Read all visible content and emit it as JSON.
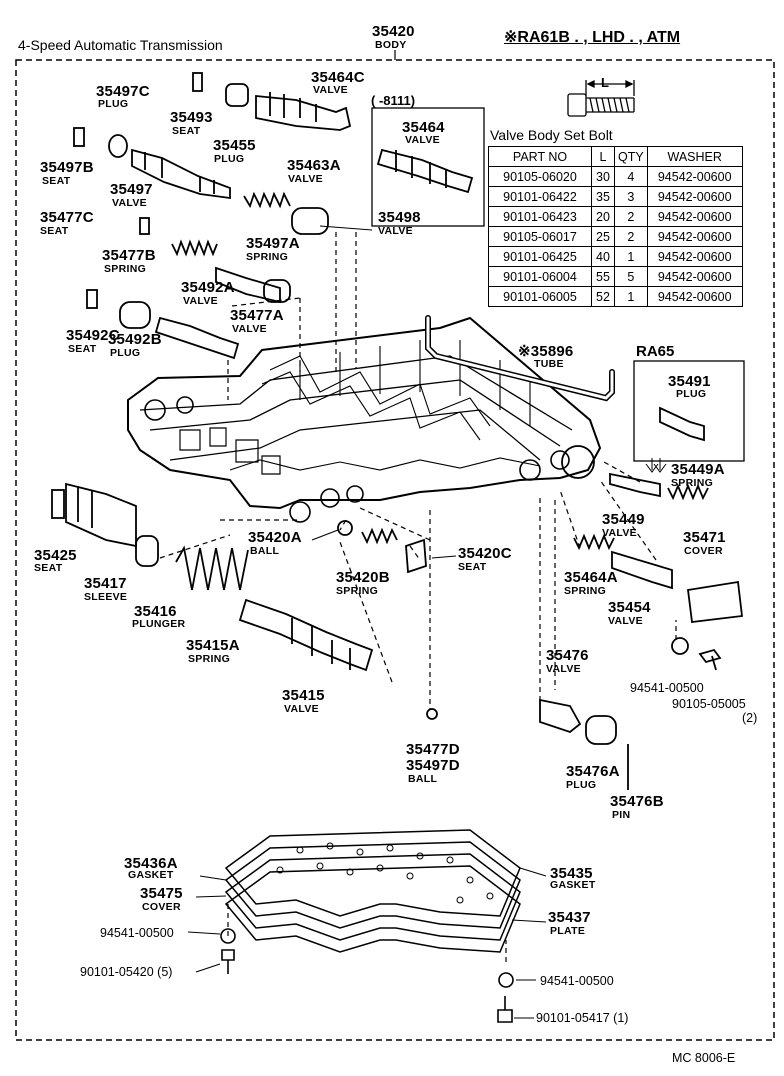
{
  "header": {
    "title": "4-Speed Automatic Transmission",
    "model": "※RA61B . , LHD . , ATM",
    "body_part": "35420",
    "body_name": "BODY"
  },
  "footer": {
    "code": "MC  8006-E"
  },
  "inset_box": {
    "date": "(      -8111)",
    "part": "35464",
    "name": "VALVE"
  },
  "ra65_box": {
    "title": "RA65",
    "part": "35491",
    "name": "PLUG"
  },
  "bolt_table": {
    "dimension": "L",
    "title": "Valve Body Set Bolt",
    "headers": [
      "PART NO",
      "L",
      "QTY",
      "WASHER"
    ],
    "rows": [
      [
        "90105-06020",
        "30",
        "4",
        "94542-00600"
      ],
      [
        "90101-06422",
        "35",
        "3",
        "94542-00600"
      ],
      [
        "90101-06423",
        "20",
        "2",
        "94542-00600"
      ],
      [
        "90105-06017",
        "25",
        "2",
        "94542-00600"
      ],
      [
        "90101-06425",
        "40",
        "1",
        "94542-00600"
      ],
      [
        "90101-06004",
        "55",
        "5",
        "94542-00600"
      ],
      [
        "90101-06005",
        "52",
        "1",
        "94542-00600"
      ]
    ]
  },
  "parts": [
    {
      "no": "35497C",
      "name": "PLUG"
    },
    {
      "no": "35493",
      "name": "SEAT"
    },
    {
      "no": "35455",
      "name": "PLUG"
    },
    {
      "no": "35464C",
      "name": "VALVE"
    },
    {
      "no": "35463A",
      "name": "VALVE"
    },
    {
      "no": "35497B",
      "name": "SEAT"
    },
    {
      "no": "35497",
      "name": "VALVE"
    },
    {
      "no": "35477C",
      "name": "SEAT"
    },
    {
      "no": "35498",
      "name": "VALVE"
    },
    {
      "no": "35497A",
      "name": "SPRING"
    },
    {
      "no": "35477B",
      "name": "SPRING"
    },
    {
      "no": "35492A",
      "name": "VALVE"
    },
    {
      "no": "35477A",
      "name": "VALVE"
    },
    {
      "no": "35492C",
      "name": "SEAT"
    },
    {
      "no": "35492B",
      "name": "PLUG"
    },
    {
      "no": "※35896",
      "name": "TUBE"
    },
    {
      "no": "35449A",
      "name": "SPRING"
    },
    {
      "no": "35449",
      "name": "VALVE"
    },
    {
      "no": "35471",
      "name": "COVER"
    },
    {
      "no": "35464A",
      "name": "SPRING"
    },
    {
      "no": "35454",
      "name": "VALVE"
    },
    {
      "no": "35420A",
      "name": "BALL"
    },
    {
      "no": "35420B",
      "name": "SPRING"
    },
    {
      "no": "35420C",
      "name": "SEAT"
    },
    {
      "no": "35425",
      "name": "SEAT"
    },
    {
      "no": "35417",
      "name": "SLEEVE"
    },
    {
      "no": "35416",
      "name": "PLUNGER"
    },
    {
      "no": "35415A",
      "name": "SPRING"
    },
    {
      "no": "35415",
      "name": "VALVE"
    },
    {
      "no": "35476",
      "name": "VALVE"
    },
    {
      "no": "35476A",
      "name": "PLUG"
    },
    {
      "no": "35476B",
      "name": "PIN"
    },
    {
      "no": "35436A",
      "name": "GASKET"
    },
    {
      "no": "35475",
      "name": "COVER"
    },
    {
      "no": "35435",
      "name": "GASKET"
    },
    {
      "no": "35437",
      "name": "PLATE"
    }
  ],
  "ball_label": {
    "no1": "35477D",
    "no2": "35497D",
    "name": "BALL"
  },
  "fasteners": [
    {
      "text": "94541-00500"
    },
    {
      "text": "90105-05005"
    },
    {
      "text": "(2)"
    },
    {
      "text": "94541-00500"
    },
    {
      "text": "90101-05420 (5)"
    },
    {
      "text": "94541-00500"
    },
    {
      "text": "90101-05417 (1)"
    }
  ]
}
